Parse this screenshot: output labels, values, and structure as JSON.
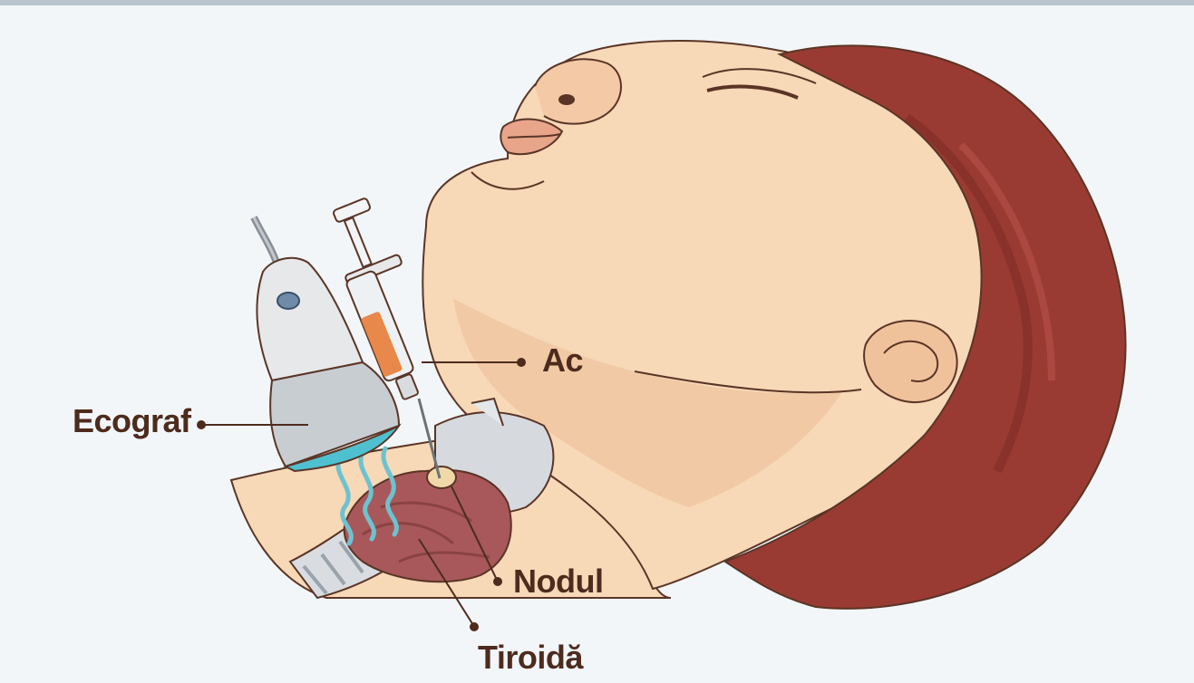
{
  "labels": {
    "ac": "Ac",
    "ecograf": "Ecograf",
    "nodul": "Nodul",
    "tiroida": "Tiroidă"
  },
  "colors": {
    "background": "#f3f6f8",
    "skin": "#f7d8b7",
    "skin_shadow": "#efc5a0",
    "hair": "#9a3b33",
    "outline": "#5a3526",
    "label_text": "#4d2b1d",
    "thyroid": "#a8585a",
    "probe_body": "#c8cdd2",
    "probe_face": "#4fc0cf",
    "syringe_liquid": "#e8884a",
    "waves": "#6cc3cf"
  },
  "icons": [
    "patient-head-illustration",
    "ultrasound-probe-icon",
    "syringe-icon",
    "thyroid-gland-icon",
    "trachea-icon"
  ]
}
